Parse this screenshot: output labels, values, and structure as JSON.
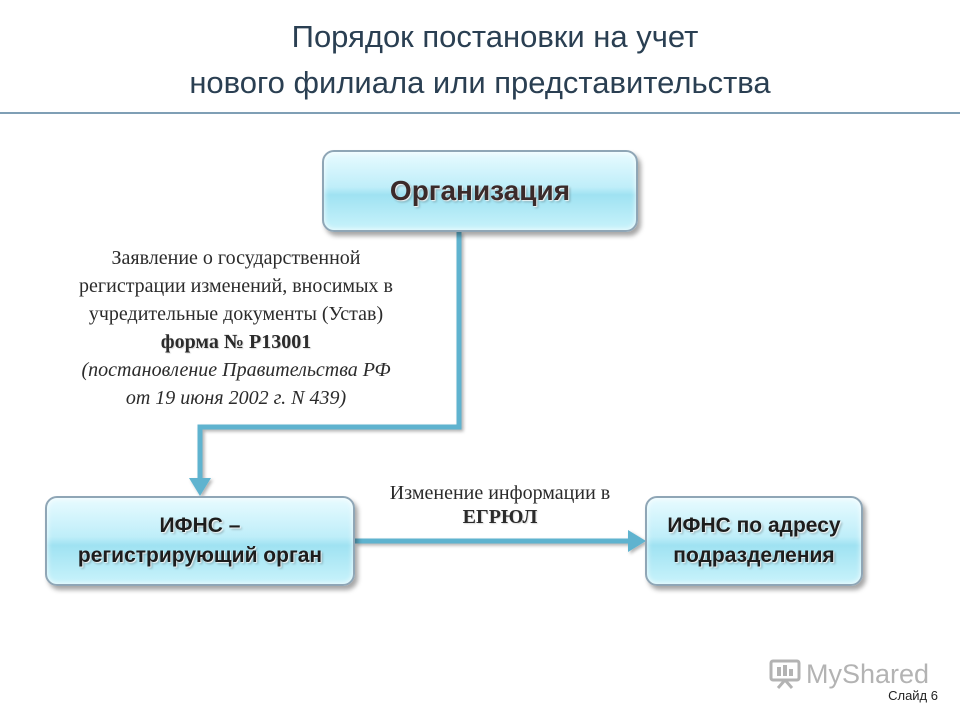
{
  "title": {
    "line1": "Порядок постановки на учет",
    "line2": "нового филиала или представительства"
  },
  "nodes": {
    "organization": {
      "label": "Организация"
    },
    "ifns_registering": {
      "line1": "ИФНС –",
      "line2": "регистрирующий орган"
    },
    "ifns_subdivision": {
      "line1": "ИФНС по адресу",
      "line2": "подразделения"
    }
  },
  "edges": {
    "org_to_ifns": {
      "line1": "Заявление о государственной",
      "line2": "регистрации изменений, вносимых в",
      "line3": "учредительные документы (Устав)",
      "form": "форма № Р13001",
      "decree1": "(постановление Правительства РФ",
      "decree2": "от 19 июня 2002 г. N 439)"
    },
    "ifns_to_subdivision": {
      "line1": "Изменение информации в",
      "line2": "ЕГРЮЛ"
    }
  },
  "colors": {
    "connector": "#5fb3cf",
    "box_fill": "#bfeef9",
    "title_text": "#2a3f52"
  },
  "watermark": {
    "text": "MyShared",
    "icon": "presentation-board-icon"
  },
  "footer": {
    "slide_label": "Слайд 6"
  }
}
